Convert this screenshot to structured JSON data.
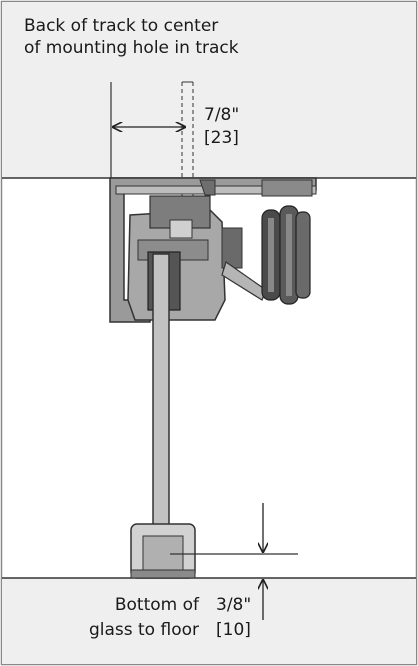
{
  "labels": {
    "top_note_line1": "Back of track to center",
    "top_note_line2": "of mounting hole in track",
    "dim_hole_fraction": "7/8\"",
    "dim_hole_metric": "[23]",
    "bottom_note_line1": "Bottom of",
    "bottom_note_line2": "glass to floor",
    "dim_floor_fraction": "3/8\"",
    "dim_floor_metric": "[10]"
  },
  "colors": {
    "ceiling_fill": "#efefef",
    "floor_fill": "#efefef",
    "outline": "#333333",
    "hardware_fill": "#9a9a9a",
    "hardware_dark": "#4a4a4a",
    "glass_fill": "#c2c2c2"
  }
}
